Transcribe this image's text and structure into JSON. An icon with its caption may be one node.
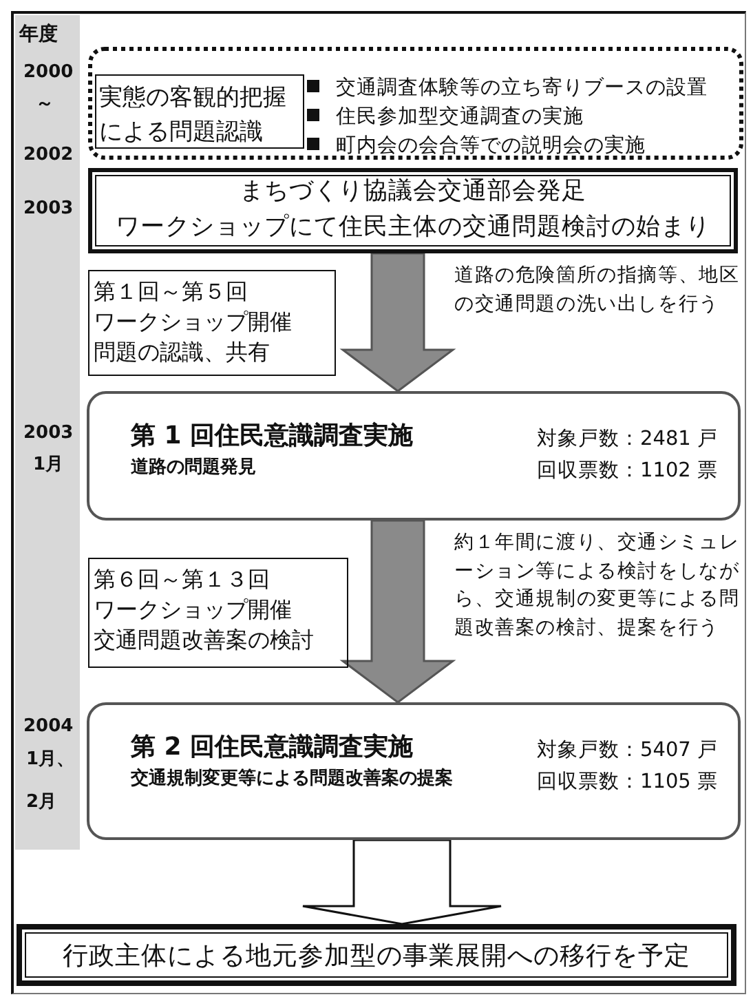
{
  "diagram": {
    "nodes": [
      {
        "text": [
          "交通調査体験等の立ち寄りブースの設置",
          "住民参加型交通調査の実施",
          "町内会の会合等での説明会の実施"
        ]
      },
      {
        "text": [
          "実態の客観的把握による問題認識"
        ],
        "in": 0
      },
      {
        "text": [
          "まちづくり協議会交通部会発足",
          "ワークショップにて住民主体の交通問題検討の始まり"
        ]
      },
      {
        "text": [
          "第１回～第５回",
          "ワークショップ開催",
          "問題の認識、共有"
        ]
      },
      {
        "text": [
          "第 1 回住民意識調査実施",
          "道路の問題発見",
          "対象戸数：2481 戸",
          "回収票数：1102 票"
        ]
      },
      {
        "text": [
          "第６回～第１３回",
          "ワークショップ開催",
          "交通問題改善案の検討"
        ]
      },
      {
        "text": [
          "第 2 回住民意識調査実施",
          "交通規制変更等による問題改善案の提案",
          "対象戸数：5407 戸",
          "回収票数：1105 票"
        ]
      },
      {
        "text": [
          "行政主体による地元参加型の事業展開への移行を予定"
        ]
      }
    ],
    "edges": [
      {
        "from": 2,
        "to": 4,
        "arrow": "to"
      },
      {
        "from": 4,
        "to": 6,
        "arrow": "to"
      },
      {
        "from": 6,
        "to": 7,
        "arrow": "to"
      }
    ],
    "labels": [
      "年度",
      "2000",
      "～",
      "2002",
      "2003",
      "道路の危険箇所の指摘等、地区の交通問題の洗い出しを行う",
      "2003",
      "1月",
      "約１年間に渡り、交通シミュレーション等による検討をしながら、交通規制の変更等による問題改善案の検討、提案を行う",
      "2004",
      "1月、",
      "2月"
    ]
  }
}
